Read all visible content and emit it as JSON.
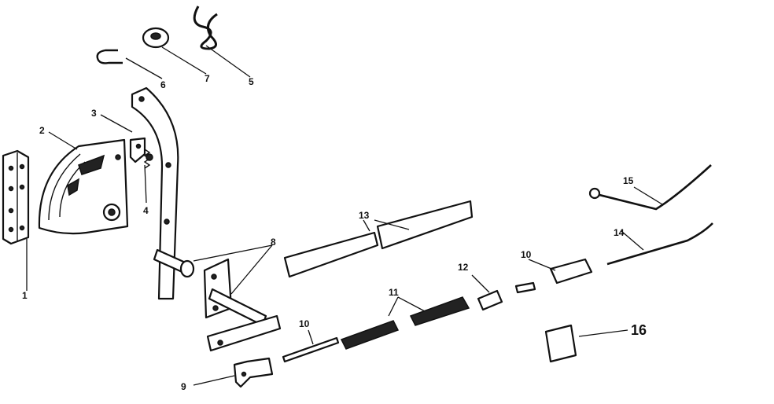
{
  "callouts": {
    "c1": "1",
    "c2": "2",
    "c3": "3",
    "c4": "4",
    "c5": "5",
    "c6": "6",
    "c7": "7",
    "c8": "8",
    "c9": "9",
    "c10a": "10",
    "c10b": "10",
    "c11": "11",
    "c12": "12",
    "c13": "13",
    "c14": "14",
    "c15": "15",
    "c16": "16"
  }
}
